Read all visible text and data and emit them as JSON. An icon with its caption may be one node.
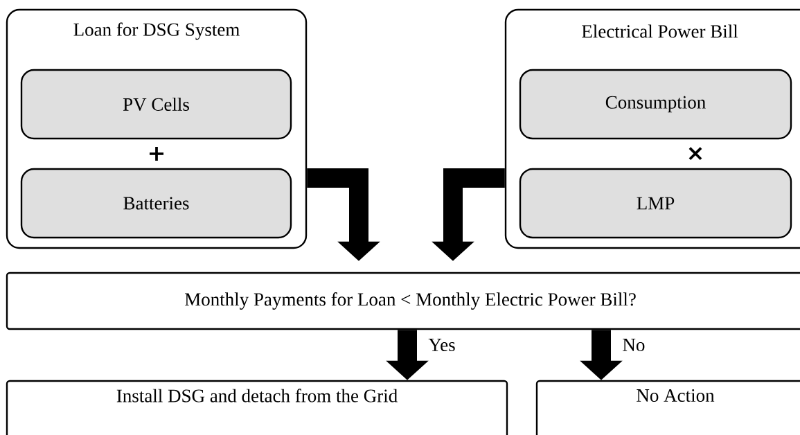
{
  "diagram": {
    "nodes": [
      {
        "text": [
          "Loan for DSG System"
        ]
      },
      {
        "text": [
          "PV Cells"
        ],
        "in": 0
      },
      {
        "text": [
          "Batteries"
        ],
        "in": 0
      },
      {
        "text": [
          "Electrical Power Bill"
        ]
      },
      {
        "text": [
          "Consumption"
        ],
        "in": 3
      },
      {
        "text": [
          "LMP"
        ],
        "in": 3
      },
      {
        "text": [
          "Monthly Payments for Loan < Monthly Electric Power Bill?"
        ]
      },
      {
        "text": [
          "Install DSG and detach from the Grid"
        ]
      },
      {
        "text": [
          "No Action"
        ]
      }
    ],
    "edges": [
      {
        "from": 0,
        "to": 6,
        "arrow": "to"
      },
      {
        "from": 3,
        "to": 6,
        "arrow": "to"
      },
      {
        "from": 6,
        "to": 7,
        "arrow": "to",
        "label": "Yes"
      },
      {
        "from": 6,
        "to": 8,
        "arrow": "to",
        "label": "No"
      }
    ],
    "labels": [
      "+",
      "×"
    ]
  }
}
